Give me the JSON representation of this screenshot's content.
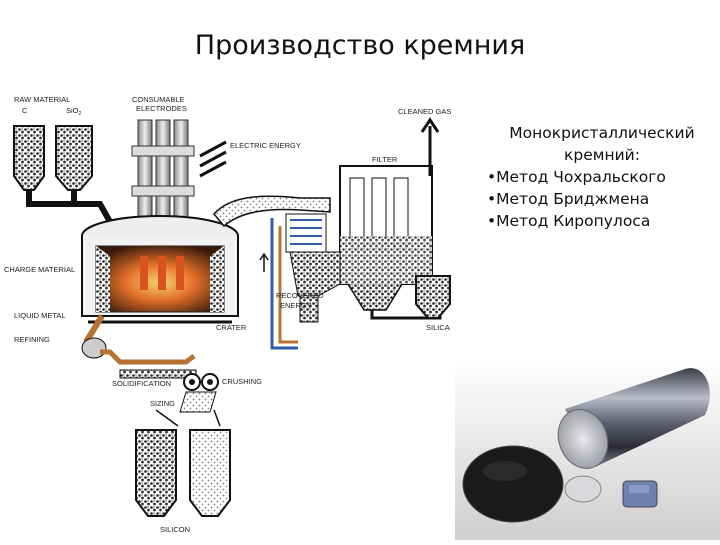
{
  "slide": {
    "title": "Производство кремния"
  },
  "diagram": {
    "labels": {
      "raw_material": "RAW MATERIAL",
      "c": "C",
      "sio2": "SiO",
      "sio2_sub": "2",
      "consumable_electrodes_1": "CONSUMABLE",
      "consumable_electrodes_2": "ELECTRODES",
      "electric_energy": "ELECTRIC ENERGY",
      "cleaned_gas": "CLEANED GAS",
      "filter": "FILTER",
      "charge_material": "CHARGE MATERIAL",
      "recovered_energy_1": "RECOVERED",
      "recovered_energy_2": "ENERGY",
      "crater": "CRATER",
      "liquid_metal": "LIQUID METAL",
      "refining": "REFINING",
      "silica": "SILICA",
      "solidification": "SOLIDIFICATION",
      "crushing": "CRUSHING",
      "sizing": "SIZING",
      "silicon": "SILICON"
    }
  },
  "textbox": {
    "heading_line1": "Монокристаллический",
    "heading_line2": "кремний:",
    "bullets": [
      "•Метод Чохральского",
      "•Метод Бриджмена",
      "•Метод Киропулоса"
    ]
  },
  "colors": {
    "text": "#111111",
    "furnace_glow": "#d9531e",
    "pipe_copper": "#b87333",
    "pipe_blue": "#2f5fa8",
    "wafer": "#1a1a1a"
  }
}
